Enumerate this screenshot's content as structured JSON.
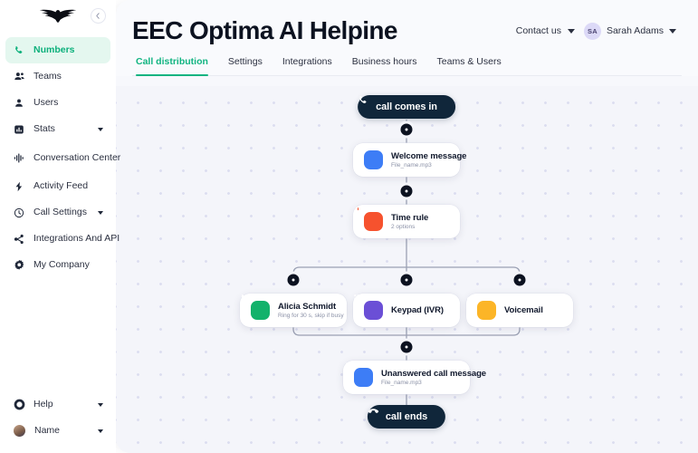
{
  "sidebar": {
    "logo_icon": "eagle-logo-icon",
    "collapse_icon": "arrow-left-icon",
    "items": [
      {
        "label": "Numbers",
        "icon": "phone-icon",
        "active": true,
        "caret": false
      },
      {
        "label": "Teams",
        "icon": "users-group-icon",
        "active": false,
        "caret": false
      },
      {
        "label": "Users",
        "icon": "user-icon",
        "active": false,
        "caret": false
      },
      {
        "label": "Stats",
        "icon": "bar-chart-icon",
        "active": false,
        "caret": true
      },
      {
        "label": "Conversation Center",
        "icon": "waveform-icon",
        "active": false,
        "caret": false
      },
      {
        "label": "Activity Feed",
        "icon": "lightning-icon",
        "active": false,
        "caret": false
      },
      {
        "label": "Call Settings",
        "icon": "phone-gear-icon",
        "active": false,
        "caret": true
      },
      {
        "label": "Integrations And API",
        "icon": "share-nodes-icon",
        "active": false,
        "caret": false
      },
      {
        "label": "My Company",
        "icon": "building-gear-icon",
        "active": false,
        "caret": false
      }
    ],
    "bottom_items": [
      {
        "label": "Help",
        "icon": "life-ring-icon",
        "caret": true
      },
      {
        "label": "Name",
        "icon": "avatar-icon",
        "caret": true
      }
    ]
  },
  "header": {
    "title": "EEC Optima AI Helpine",
    "contact_us": "Contact us",
    "user_initials": "SA",
    "user_name": "Sarah Adams",
    "contact_caret_icon": "chevron-down-icon",
    "user_caret_icon": "chevron-down-icon"
  },
  "tabs": [
    {
      "label": "Call distribution",
      "active": true
    },
    {
      "label": "Settings",
      "active": false
    },
    {
      "label": "Integrations",
      "active": false
    },
    {
      "label": "Business hours",
      "active": false
    },
    {
      "label": "Teams & Users",
      "active": false
    }
  ],
  "flow": {
    "start_pill": {
      "label": "call comes in",
      "icon": "phone-incoming-icon"
    },
    "end_pill": {
      "label": "call ends",
      "icon": "phone-hangup-icon"
    },
    "nodes": {
      "welcome": {
        "title": "Welcome message",
        "subtitle": "File_name.mp3"
      },
      "time_rule": {
        "title": "Time rule",
        "subtitle": "2 options"
      },
      "agent": {
        "title": "Alicia Schmidt",
        "subtitle": "Ring for 30 s, skip if busy"
      },
      "keypad": {
        "title": "Keypad (IVR)",
        "subtitle": ""
      },
      "voicemail": {
        "title": "Voicemail",
        "subtitle": ""
      },
      "unanswered": {
        "title": "Unanswered call message",
        "subtitle": "File_name.mp3"
      }
    }
  },
  "colors": {
    "accent_green": "#11b481",
    "dark_pill": "#10263a",
    "icon_blue": "#3d7df6",
    "icon_orange": "#f6522e",
    "icon_green": "#13b26b",
    "icon_purple": "#6b4fd6",
    "icon_amber": "#fcb527"
  }
}
